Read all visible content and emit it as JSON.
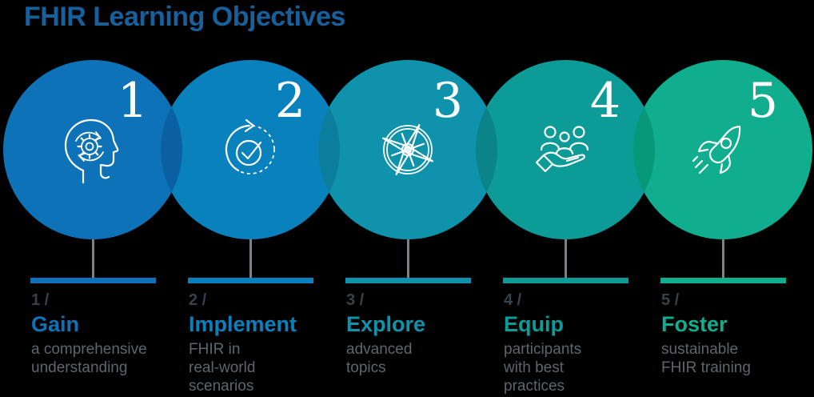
{
  "title": "FHIR Learning Objectives",
  "background_color": "#000000",
  "title_color": "#16609c",
  "stem_color": "#7b8389",
  "prefix_color": "#37424b",
  "description_color": "#5e666c",
  "number_color": "#ffffff",
  "items": [
    {
      "number": "1",
      "prefix": "1 /",
      "label": "Gain",
      "description": "a comprehensive\nunderstanding",
      "color": "#0e72b8",
      "icon": "head-gear-icon"
    },
    {
      "number": "2",
      "prefix": "2 /",
      "label": "Implement",
      "description": "FHIR in\nreal-world\nscenarios",
      "color": "#0981bd",
      "icon": "check-cycle-icon"
    },
    {
      "number": "3",
      "prefix": "3 /",
      "label": "Explore",
      "description": "advanced\ntopics",
      "color": "#0f92ac",
      "icon": "compass-icon"
    },
    {
      "number": "4",
      "prefix": "4 /",
      "label": "Equip",
      "description": "participants\nwith best\npractices",
      "color": "#0c9b97",
      "icon": "people-hand-icon"
    },
    {
      "number": "5",
      "prefix": "5 /",
      "label": "Foster",
      "description": "sustainable\nFHIR training",
      "color": "#10ad8e",
      "icon": "rocket-icon"
    }
  ],
  "overlap_colors": [
    "#0a60a2",
    "#0b7e9d",
    "#0a8389",
    "#069878"
  ]
}
